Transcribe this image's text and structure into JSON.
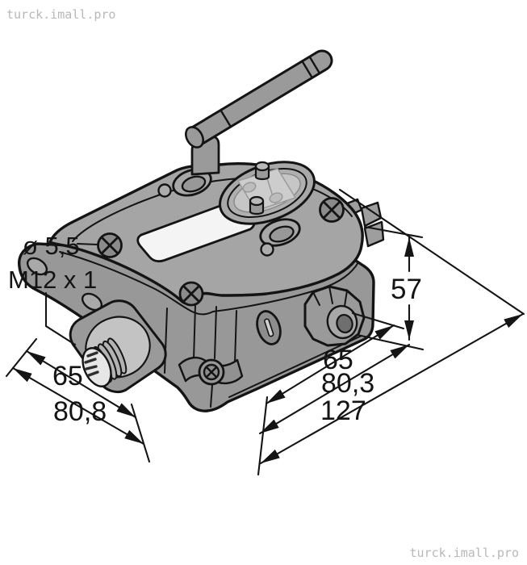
{
  "watermark": {
    "text": "turck.imall.pro"
  },
  "drawing": {
    "labels": {
      "hole_diameter": "ø 5,5",
      "connector_thread": "M12 x 1",
      "height": "57",
      "length_inner": "65",
      "length_mid": "80,3",
      "length_overall": "127",
      "depth_inner": "65",
      "depth_overall": "80,8"
    },
    "colors": {
      "outline": "#141414",
      "body_gray": "#9c9c9c",
      "lid_gray": "#a5a5a5",
      "window_white": "#f4f4f4",
      "background": "#ffffff"
    }
  }
}
